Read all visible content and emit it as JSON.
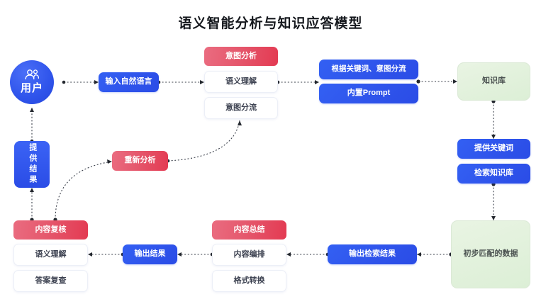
{
  "title": "语义智能分析与知识应答模型",
  "palette": {
    "blue": "#2f54eb",
    "red": "#e5586d",
    "green": "#dcefd6",
    "white_card_text": "#3d4251",
    "title_text": "#15181d",
    "connector": "#3a3f4a"
  },
  "diagram": {
    "type": "flowchart",
    "actor": {
      "label": "用户",
      "icon": "users-icon"
    },
    "groups": [
      {
        "name": "intent-analysis-group",
        "header": {
          "label": "意图分析",
          "style": "red"
        },
        "items": [
          {
            "label": "语义理解",
            "style": "white"
          },
          {
            "label": "意图分流",
            "style": "white"
          }
        ]
      },
      {
        "name": "content-review-group",
        "header": {
          "label": "内容复核",
          "style": "red"
        },
        "items": [
          {
            "label": "语义理解",
            "style": "white"
          },
          {
            "label": "答案复查",
            "style": "white"
          }
        ]
      },
      {
        "name": "content-summary-group",
        "header": {
          "label": "内容总结",
          "style": "red"
        },
        "items": [
          {
            "label": "内容编排",
            "style": "white"
          },
          {
            "label": "格式转换",
            "style": "white"
          }
        ]
      }
    ],
    "nodes": [
      {
        "name": "input-natural-language",
        "label": "输入自然语言",
        "style": "blue"
      },
      {
        "name": "route-by-keyword-intent",
        "label": "根据关键词、意图分流",
        "style": "blue"
      },
      {
        "name": "builtin-prompt",
        "label": "内置Prompt",
        "style": "blue"
      },
      {
        "name": "knowledge-base",
        "label": "知识库",
        "style": "green"
      },
      {
        "name": "provide-keywords",
        "label": "提供关键词",
        "style": "blue"
      },
      {
        "name": "search-knowledge-base",
        "label": "检索知识库",
        "style": "blue"
      },
      {
        "name": "preliminary-matched-data",
        "label": "初步匹配的数据",
        "style": "green"
      },
      {
        "name": "output-search-result",
        "label": "输出检索结果",
        "style": "blue"
      },
      {
        "name": "output-result",
        "label": "输出结果",
        "style": "blue"
      },
      {
        "name": "reanalyze",
        "label": "重新分析",
        "style": "red"
      },
      {
        "name": "provide-result",
        "label": "提供结果",
        "style": "blue",
        "orientation": "vertical"
      }
    ]
  }
}
